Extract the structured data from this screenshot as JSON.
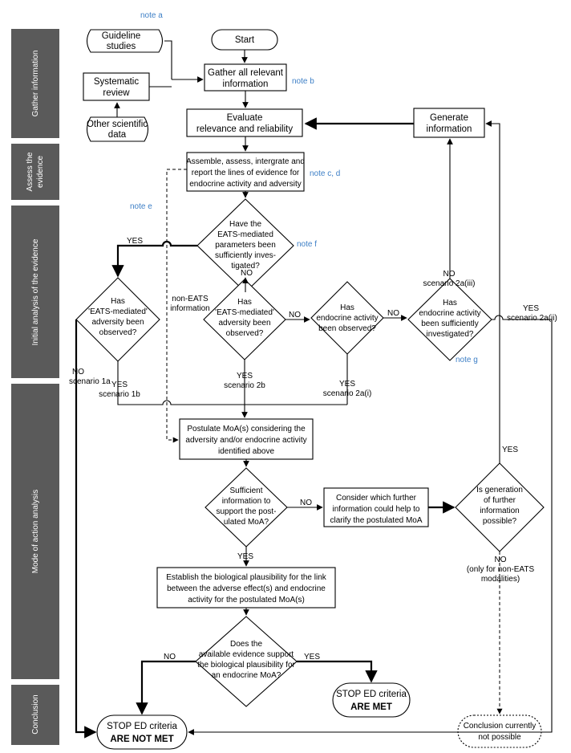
{
  "sidebar": {
    "gather": "Gather information",
    "assess": "Assess the evidence",
    "initial": "Initial analysis of the evidence",
    "moa": "Mode of action analysis",
    "conclusion": "Conclusion"
  },
  "notes": {
    "a": "note a",
    "b": "note b",
    "cd": "note c, d",
    "e": "note e",
    "f": "note f",
    "g": "note g"
  },
  "nodes": {
    "guideline": [
      "Guideline",
      "studies"
    ],
    "systematic": [
      "Systematic",
      "review"
    ],
    "other": [
      "Other scientific",
      "data"
    ],
    "start": "Start",
    "gather": [
      "Gather all relevant",
      "information"
    ],
    "evaluate": [
      "Evaluate",
      "relevance and reliability"
    ],
    "generate": [
      "Generate",
      "information"
    ],
    "assemble": [
      "Assemble, assess, intergrate and",
      "report the lines of evidence for",
      "endocrine activity and adversity"
    ],
    "eats_q": [
      "Have the",
      "EATS-mediated",
      "parameters been",
      "sufficiently  inves-",
      "tigated?"
    ],
    "eats_adv_left": [
      "Has",
      "'EATS-mediated'",
      "adversity been",
      "observed?"
    ],
    "eats_adv_mid": [
      "Has",
      "'EATS-mediated'",
      "adversity been",
      "observed?"
    ],
    "endo_obs": [
      "Has",
      "endocrine activity",
      "been observed?"
    ],
    "endo_inv": [
      "Has",
      "endocrine activity",
      "been sufficiently",
      "investigated?"
    ],
    "postulate": [
      "Postulate MoA(s) considering the",
      "adversity and/or endocrine activity",
      "identified above"
    ],
    "sufficient": [
      "Sufficient",
      "information to",
      "support the post-",
      "ulated MoA?"
    ],
    "consider": [
      "Consider which further",
      "information could help to",
      "clarify the postulated MoA"
    ],
    "generation_q": [
      "Is generation",
      "of further",
      "information",
      "possible?"
    ],
    "establish": [
      "Establish the biological plausibility for the link",
      "between the adverse effect(s) and endocrine",
      "activity for the postulated MoA(s)"
    ],
    "evidence_q": [
      "Does the",
      "available evidence support",
      "the biological plausibility for",
      "an endocrine MoA?"
    ],
    "stop_met": [
      "STOP ED criteria",
      "ARE MET"
    ],
    "stop_not_met": [
      "STOP ED criteria",
      "ARE NOT MET"
    ],
    "conclusion_np": [
      "Conclusion currently",
      "not possible"
    ]
  },
  "labels": {
    "yes": "YES",
    "no": "NO",
    "non_eats": [
      "non-EATS",
      "information"
    ],
    "no_scen1a": [
      "NO",
      "scenario 1a"
    ],
    "yes_scen1b": [
      "YES",
      "scenario 1b"
    ],
    "yes_scen2b": [
      "YES",
      "scenario 2b"
    ],
    "yes_scen2ai": [
      "YES",
      "scenario 2a(i)"
    ],
    "no_scen2aiii": [
      "NO",
      "scenario 2a(iii)"
    ],
    "yes_scen2aii": [
      "YES",
      "scenario 2a(ii)"
    ],
    "no_only": [
      "NO",
      "(only for non-EATS",
      "modalities)"
    ]
  }
}
